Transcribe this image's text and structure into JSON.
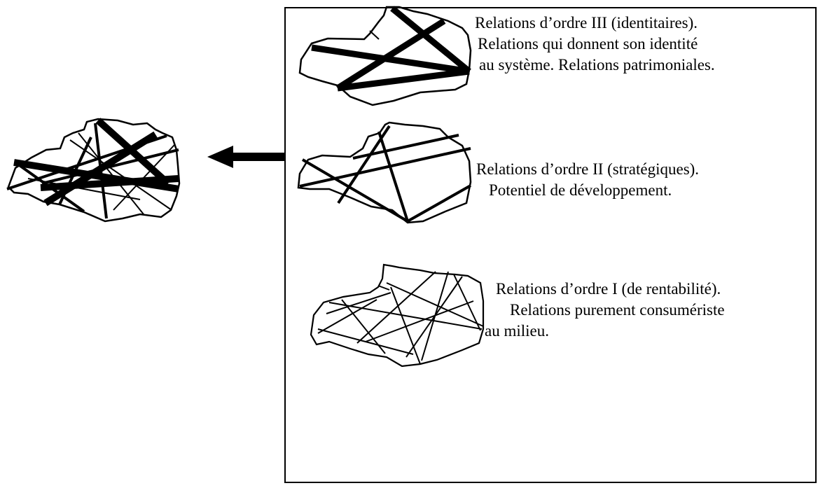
{
  "diagram": {
    "levels": [
      {
        "id": "order-3",
        "lines": [
          "Relations d’ordre III (identitaires).",
          "Relations qui donnent son identité",
          "au système. Relations patrimoniales."
        ]
      },
      {
        "id": "order-2",
        "lines": [
          "Relations d’ordre II (stratégiques).",
          "Potentiel de développement."
        ]
      },
      {
        "id": "order-1",
        "lines": [
          "Relations d’ordre I (de rentabilité).",
          "Relations purement consumériste",
          "au milieu."
        ]
      }
    ],
    "colors": {
      "stroke": "#000000",
      "background": "#ffffff"
    }
  }
}
